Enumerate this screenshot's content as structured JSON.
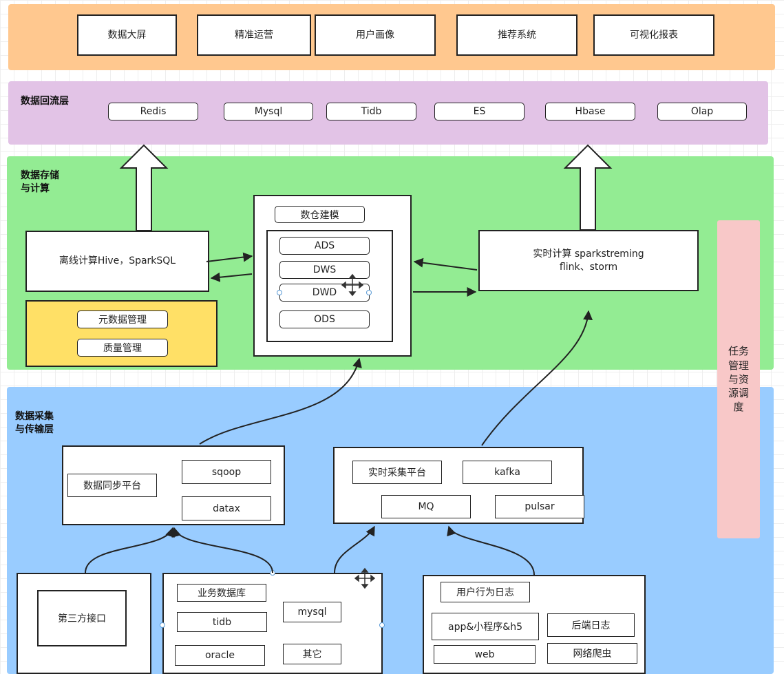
{
  "top_apps": [
    "数据大屏",
    "精准运营",
    "用户画像",
    "推荐系统",
    "可视化报表"
  ],
  "reflow_layer": {
    "label": "数据回流层",
    "items": [
      "Redis",
      "Mysql",
      "Tidb",
      "ES",
      "Hbase",
      "Olap"
    ]
  },
  "storage_layer": {
    "label": "数据存储\n与计算",
    "offline": "离线计算Hive，SparkSQL",
    "meta": [
      "元数据管理",
      "质量管理"
    ],
    "warehouse": {
      "title": "数仓建模",
      "levels": [
        "ADS",
        "DWS",
        "DWD",
        "ODS"
      ]
    },
    "realtime": "实时计算 sparkstreming\nflink、storm"
  },
  "scheduler": {
    "label": "任务\n管理\n与资\n源调\n度"
  },
  "ingest_layer": {
    "label": "数据采集\n与传输层",
    "sync_platform": {
      "title": "数据同步平台",
      "tools": [
        "sqoop",
        "datax"
      ]
    },
    "realtime_platform": {
      "title": "实时采集平台",
      "tools": [
        "kafka",
        "MQ",
        "pulsar"
      ]
    }
  },
  "sources": {
    "third_party": "第三方接口",
    "business_db": {
      "title": "业务数据库",
      "items": [
        "tidb",
        "oracle",
        "mysql",
        "其它"
      ]
    },
    "user_log": {
      "title": "用户行为日志",
      "items": [
        "app&小程序&h5",
        "web",
        "后端日志",
        "网络爬虫"
      ]
    }
  },
  "colors": {
    "top_layer": "#ffc88f",
    "reflow_layer": "#e2c3e6",
    "storage_layer": "#93ec93",
    "ingest_layer": "#99ccff",
    "meta_box": "#ffe066",
    "scheduler": "#f8c8c8"
  }
}
